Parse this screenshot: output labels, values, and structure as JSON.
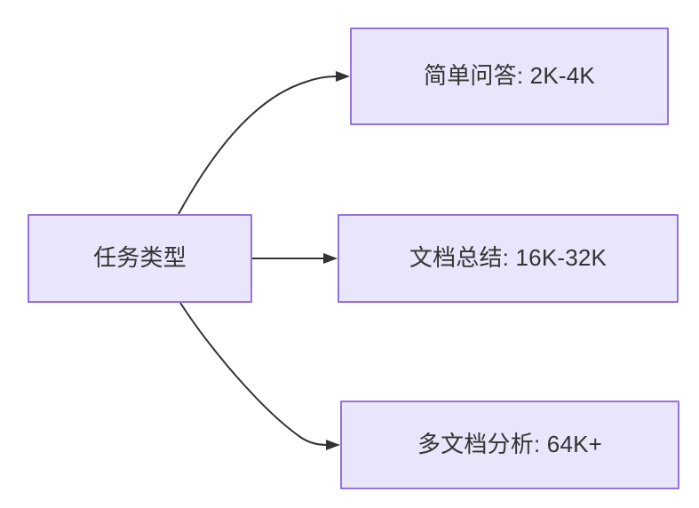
{
  "diagram": {
    "title": "任务类型",
    "type": "flowchart",
    "direction": "left-to-right",
    "background_color": "#ffffff",
    "node_fill_color": "#e9e5fa",
    "node_border_color": "#9673d8",
    "text_color": "#333333",
    "edge_color": "#333333",
    "nodes": [
      {
        "id": "root",
        "label": "任务类型",
        "role": "source"
      },
      {
        "id": "simple",
        "label": "简单问答: 2K-4K",
        "role": "target"
      },
      {
        "id": "summary",
        "label": "文档总结: 16K-32K",
        "role": "target"
      },
      {
        "id": "multidoc",
        "label": "多文档分析: 64K+",
        "role": "target"
      }
    ],
    "edges": [
      {
        "id": "edge-root-simple",
        "from": "root",
        "to": "simple",
        "style": "curved",
        "arrow": "filled-triangle"
      },
      {
        "id": "edge-root-summary",
        "from": "root",
        "to": "summary",
        "style": "straight",
        "arrow": "filled-triangle"
      },
      {
        "id": "edge-root-multidoc",
        "from": "root",
        "to": "multidoc",
        "style": "curved",
        "arrow": "filled-triangle"
      }
    ]
  }
}
